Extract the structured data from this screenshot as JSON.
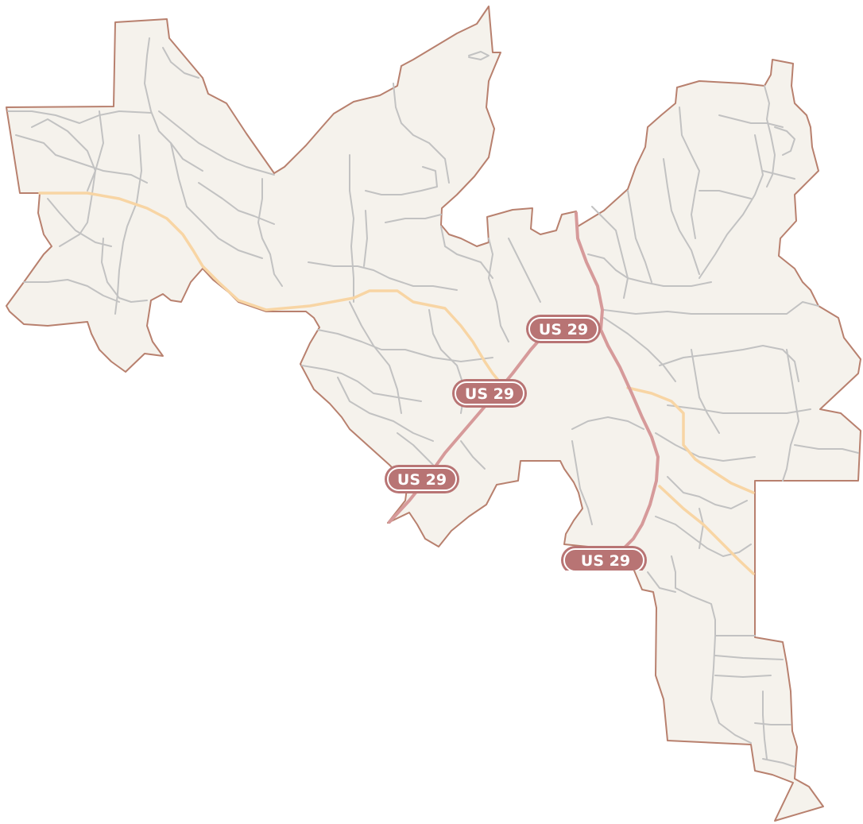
{
  "map": {
    "colors": {
      "background": "#ffffff",
      "region_fill": "#f5f2ec",
      "region_border": "#b8806e",
      "minor_road": "#c2c2c2",
      "secondary_road": "#f8d5a4",
      "highway": "#d69a9a",
      "shield": "#b87474"
    },
    "route_shields": [
      {
        "label": "US 29"
      },
      {
        "label": "US 29"
      },
      {
        "label": "US 29"
      },
      {
        "label": "US 29"
      }
    ]
  }
}
